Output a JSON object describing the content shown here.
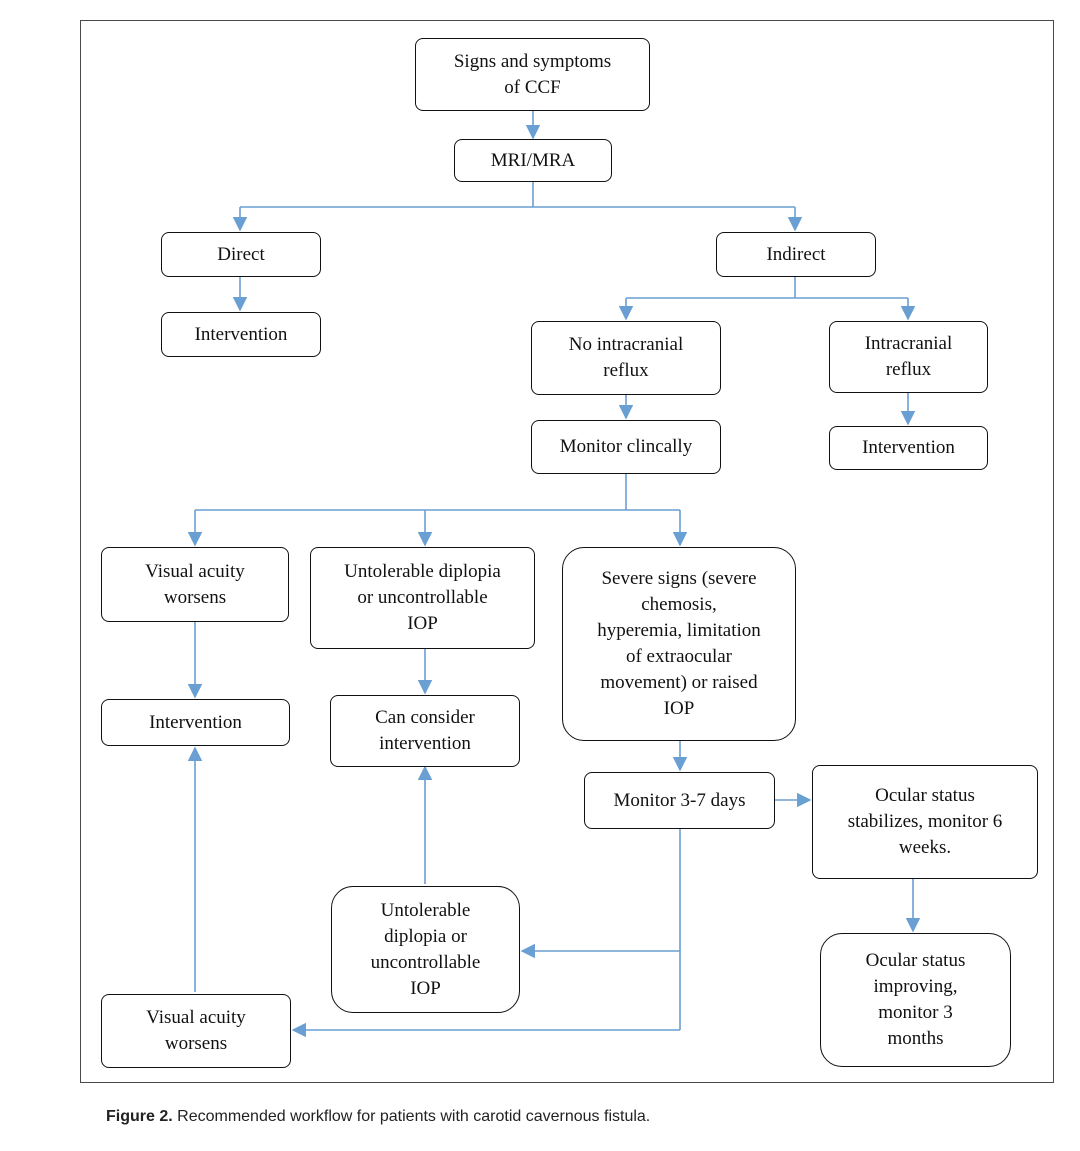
{
  "nodes": {
    "signs": "Signs and symptoms\nof CCF",
    "mri": "MRI/MRA",
    "direct": "Direct",
    "indirect": "Indirect",
    "intervention_direct": "Intervention",
    "no_reflux": "No intracranial\nreflux",
    "reflux": "Intracranial\nreflux",
    "intervention_reflux": "Intervention",
    "monitor_clinically": "Monitor  clincally",
    "va_worsens_1": "Visual acuity\nworsens",
    "diplopia_1": "Untolerable  diplopia\nor uncontrollable\nIOP",
    "severe_signs": "Severe signs (severe\nchemosis,\nhyperemia,  limitation\nof extraocular\nmovement)  or raised\nIOP",
    "intervention_va": "Intervention",
    "can_consider": "Can consider\nintervention",
    "monitor_days": "Monitor  3-7 days",
    "ocular_stabilizes": "Ocular  status\nstabilizes,  monitor  6\nweeks.",
    "diplopia_2": "Untolerable\ndiplopia  or\nuncontrollable\nIOP",
    "ocular_improving": "Ocular  status\nimproving,\nmonitor  3\nmonths",
    "va_worsens_2": "Visual acuity\nworsens"
  },
  "caption": {
    "label": "Figure 2.",
    "text": "Recommended workflow for patients with carotid cavernous fistula."
  },
  "colors": {
    "arrow": "#6a9fd4",
    "border": "#111111"
  }
}
